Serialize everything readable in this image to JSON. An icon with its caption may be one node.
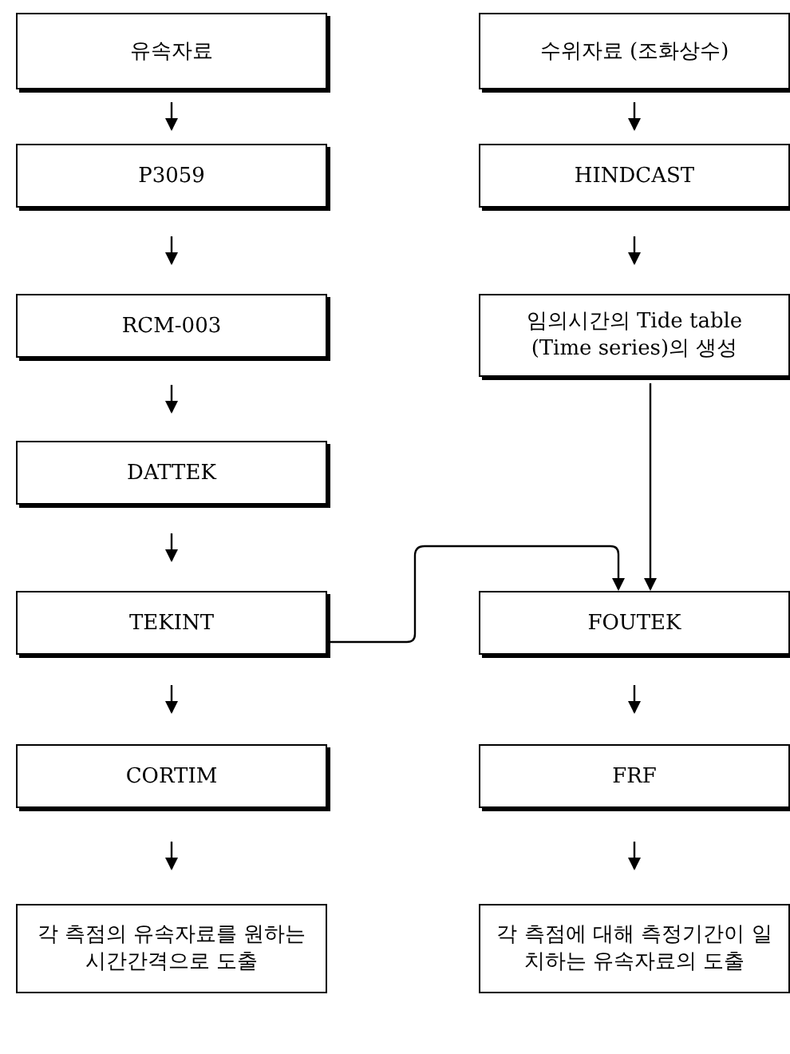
{
  "diagram": {
    "nodes": [
      {
        "text": [
          "유속자료"
        ]
      },
      {
        "text": [
          "P3059"
        ]
      },
      {
        "text": [
          "RCM-003"
        ]
      },
      {
        "text": [
          "DATTEK"
        ]
      },
      {
        "text": [
          "TEKINT"
        ]
      },
      {
        "text": [
          "CORTIM"
        ]
      },
      {
        "text": [
          "각 측점의 유속자료를 원하는 시간간격으로 도출"
        ]
      },
      {
        "text": [
          "수위자료 (조화상수)"
        ]
      },
      {
        "text": [
          "HINDCAST"
        ]
      },
      {
        "text": [
          "임의시간의 Tide table (Time series)의 생성"
        ]
      },
      {
        "text": [
          "FOUTEK"
        ]
      },
      {
        "text": [
          "FRF"
        ]
      },
      {
        "text": [
          "각 측점에 대해 측정기간이 일치하는 유속자료의 도출"
        ]
      }
    ],
    "edges": [
      {
        "from": 0,
        "to": 1,
        "arrow": "to"
      },
      {
        "from": 1,
        "to": 2,
        "arrow": "to"
      },
      {
        "from": 2,
        "to": 3,
        "arrow": "to"
      },
      {
        "from": 3,
        "to": 4,
        "arrow": "to"
      },
      {
        "from": 4,
        "to": 5,
        "arrow": "to"
      },
      {
        "from": 5,
        "to": 6,
        "arrow": "to"
      },
      {
        "from": 7,
        "to": 8,
        "arrow": "to"
      },
      {
        "from": 8,
        "to": 9,
        "arrow": "to"
      },
      {
        "from": 9,
        "to": 10,
        "arrow": "to"
      },
      {
        "from": 4,
        "to": 10,
        "arrow": "to"
      },
      {
        "from": 10,
        "to": 11,
        "arrow": "to"
      },
      {
        "from": 11,
        "to": 12,
        "arrow": "to"
      }
    ]
  }
}
